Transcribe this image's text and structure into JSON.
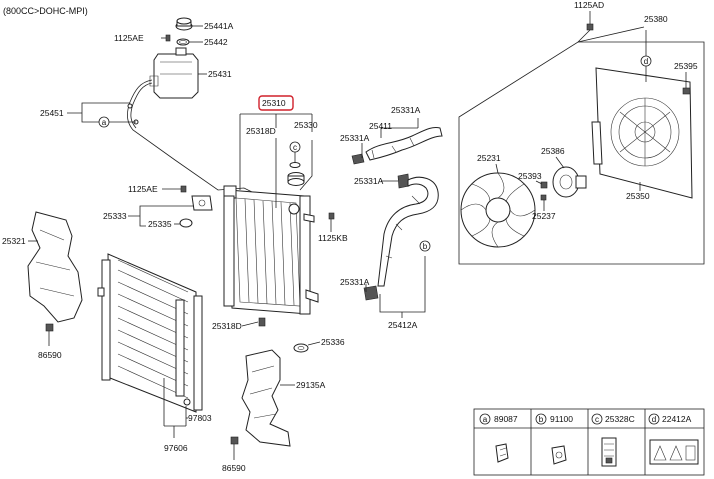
{
  "header": {
    "engine_spec": "(800CC>DOHC-MPI)"
  },
  "parts": {
    "p25441A": "25441A",
    "p25442": "25442",
    "p1125AE_top": "1125AE",
    "p25431": "25431",
    "p25451": "25451",
    "p25310": "25310",
    "p25318D_top": "25318D",
    "p25330": "25330",
    "p25331A_1": "25331A",
    "p25411": "25411",
    "p25331A_2": "25331A",
    "p25331A_3": "25331A",
    "p25331A_4": "25331A",
    "p1125AE_mid": "1125AE",
    "p25333": "25333",
    "p25335": "25335",
    "p1125KB": "1125KB",
    "p25321": "25321",
    "p86590_left": "86590",
    "p25318D_bot": "25318D",
    "p25336": "25336",
    "p25412A": "25412A",
    "p29135A": "29135A",
    "p97803": "97803",
    "p97606": "97606",
    "p86590_bot": "86590",
    "p1125AD": "1125AD",
    "p25380": "25380",
    "p25395": "25395",
    "p25386": "25386",
    "p25231": "25231",
    "p25393": "25393",
    "p25237": "25237",
    "p25350": "25350"
  },
  "callouts": {
    "a": "a",
    "b": "b",
    "c": "c",
    "d": "d"
  },
  "legend": [
    {
      "letter": "a",
      "part": "89087"
    },
    {
      "letter": "b",
      "part": "91100"
    },
    {
      "letter": "c",
      "part": "25328C"
    },
    {
      "letter": "d",
      "part": "22412A"
    }
  ],
  "highlight_color": "#d0202a"
}
